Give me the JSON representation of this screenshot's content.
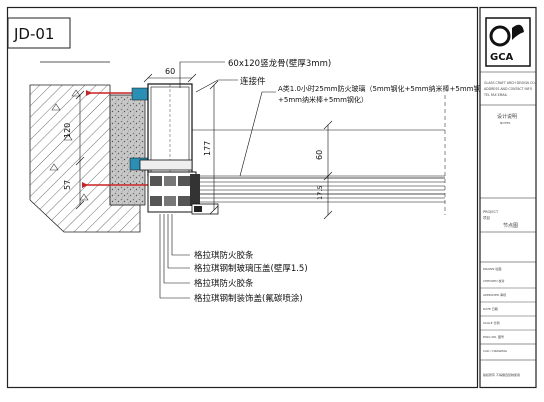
{
  "drawing": {
    "code": "JD-01"
  },
  "dimensions": {
    "width_top": "60",
    "height_top": "120",
    "height_bottom": "57",
    "height_mid": "177",
    "height_right": "60",
    "height_small": "17.5"
  },
  "callouts": {
    "keel": "60x120竖龙骨(壁厚3mm)",
    "connector": "连接件",
    "glass_line1": "A类1.0小时25mm防火玻璃（5mm钢化+5mm纳米棒+5mm钢化",
    "glass_line2": "+5mm纳米棒+5mm钢化）",
    "gasket1": "格拉琪防火胶条",
    "pressure_cover": "格拉琪钢制玻璃压盖(壁厚1.5)",
    "gasket2": "格拉琪防火胶条",
    "decor_cover": "格拉琪钢制装饰盖(氟碳喷涂)"
  },
  "title_block": {
    "logo": "GCA",
    "company_lines": [
      "GLASS CRAFT ARCH DESIGN CO.",
      "ADDRESS AND CONTACT INFO",
      "TEL  FAX  EMAIL"
    ],
    "design_note_title": "设计说明",
    "design_note_sub": "NOTES",
    "section_title": "节点图",
    "project_label": "PROJECT",
    "project_sub": "项目",
    "small_labels": [
      "DRAWN 绘图",
      "CHECKED 校对",
      "APPROVED 审核",
      "DATE 日期",
      "SCALE 比例",
      "DWG NO. 图号"
    ],
    "bottom_label": "CAD / DRAWING",
    "footer": "版权所有 不得擅自复制使用"
  }
}
